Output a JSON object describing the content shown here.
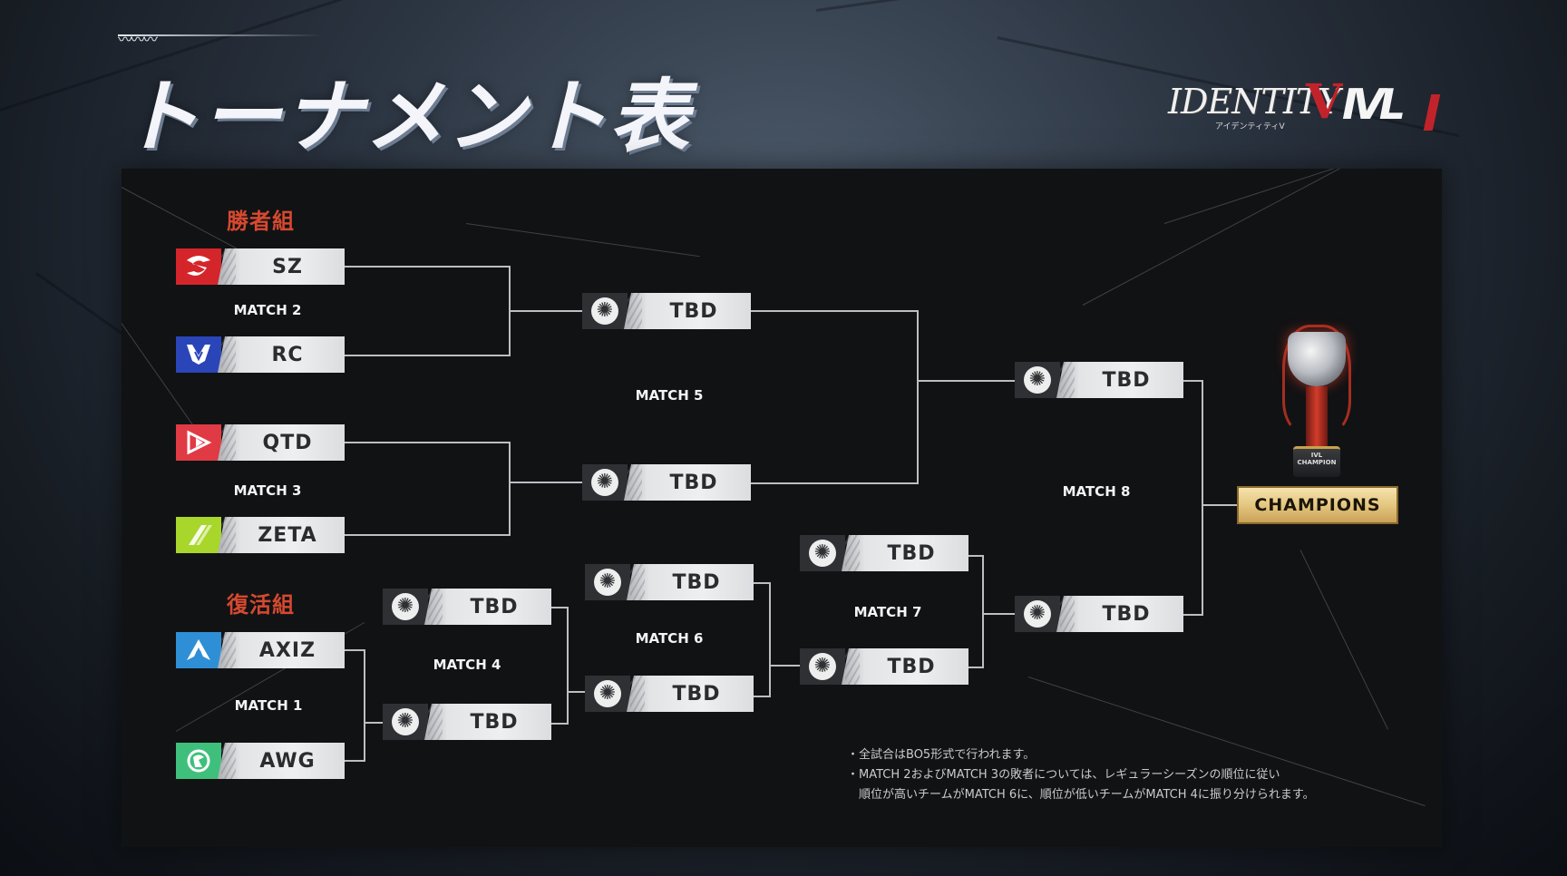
{
  "header": {
    "title": "トーナメント表",
    "logo": {
      "identity_text": "IDENTITY",
      "identity_v": "V",
      "identity_sub": "アイデンティティV",
      "league_text": "IVL"
    }
  },
  "bracket": {
    "groups": {
      "winners": "勝者組",
      "revival": "復活組"
    },
    "matches": {
      "m1": "MATCH 1",
      "m2": "MATCH 2",
      "m3": "MATCH 3",
      "m4": "MATCH 4",
      "m5": "MATCH 5",
      "m6": "MATCH 6",
      "m7": "MATCH 7",
      "m8": "MATCH 8"
    },
    "teams": {
      "sz": {
        "name": "SZ",
        "color": "#d4252b",
        "icon": "sz-logo-icon"
      },
      "rc": {
        "name": "RC",
        "color": "#2a45b8",
        "icon": "rc-logo-icon"
      },
      "qtd": {
        "name": "QTD",
        "color": "#e03a44",
        "icon": "qtd-logo-icon"
      },
      "zeta": {
        "name": "ZETA",
        "color": "#a8d62a",
        "icon": "zeta-logo-icon"
      },
      "axiz": {
        "name": "AXIZ",
        "color": "#2f8fd6",
        "icon": "axiz-logo-icon"
      },
      "awg": {
        "name": "AWG",
        "color": "#3fbf7c",
        "icon": "awg-logo-icon"
      }
    },
    "tbd_label": "TBD",
    "champions_label": "CHAMPIONS",
    "trophy_base_text": "IVL CHAMPION"
  },
  "notes": [
    "・全試合はBO5形式で行われます。",
    "・MATCH 2およびMATCH 3の敗者については、レギュラーシーズンの順位に従い",
    "　順位が高いチームがMATCH 6に、順位が低いチームがMATCH 4に振り分けられます。"
  ]
}
